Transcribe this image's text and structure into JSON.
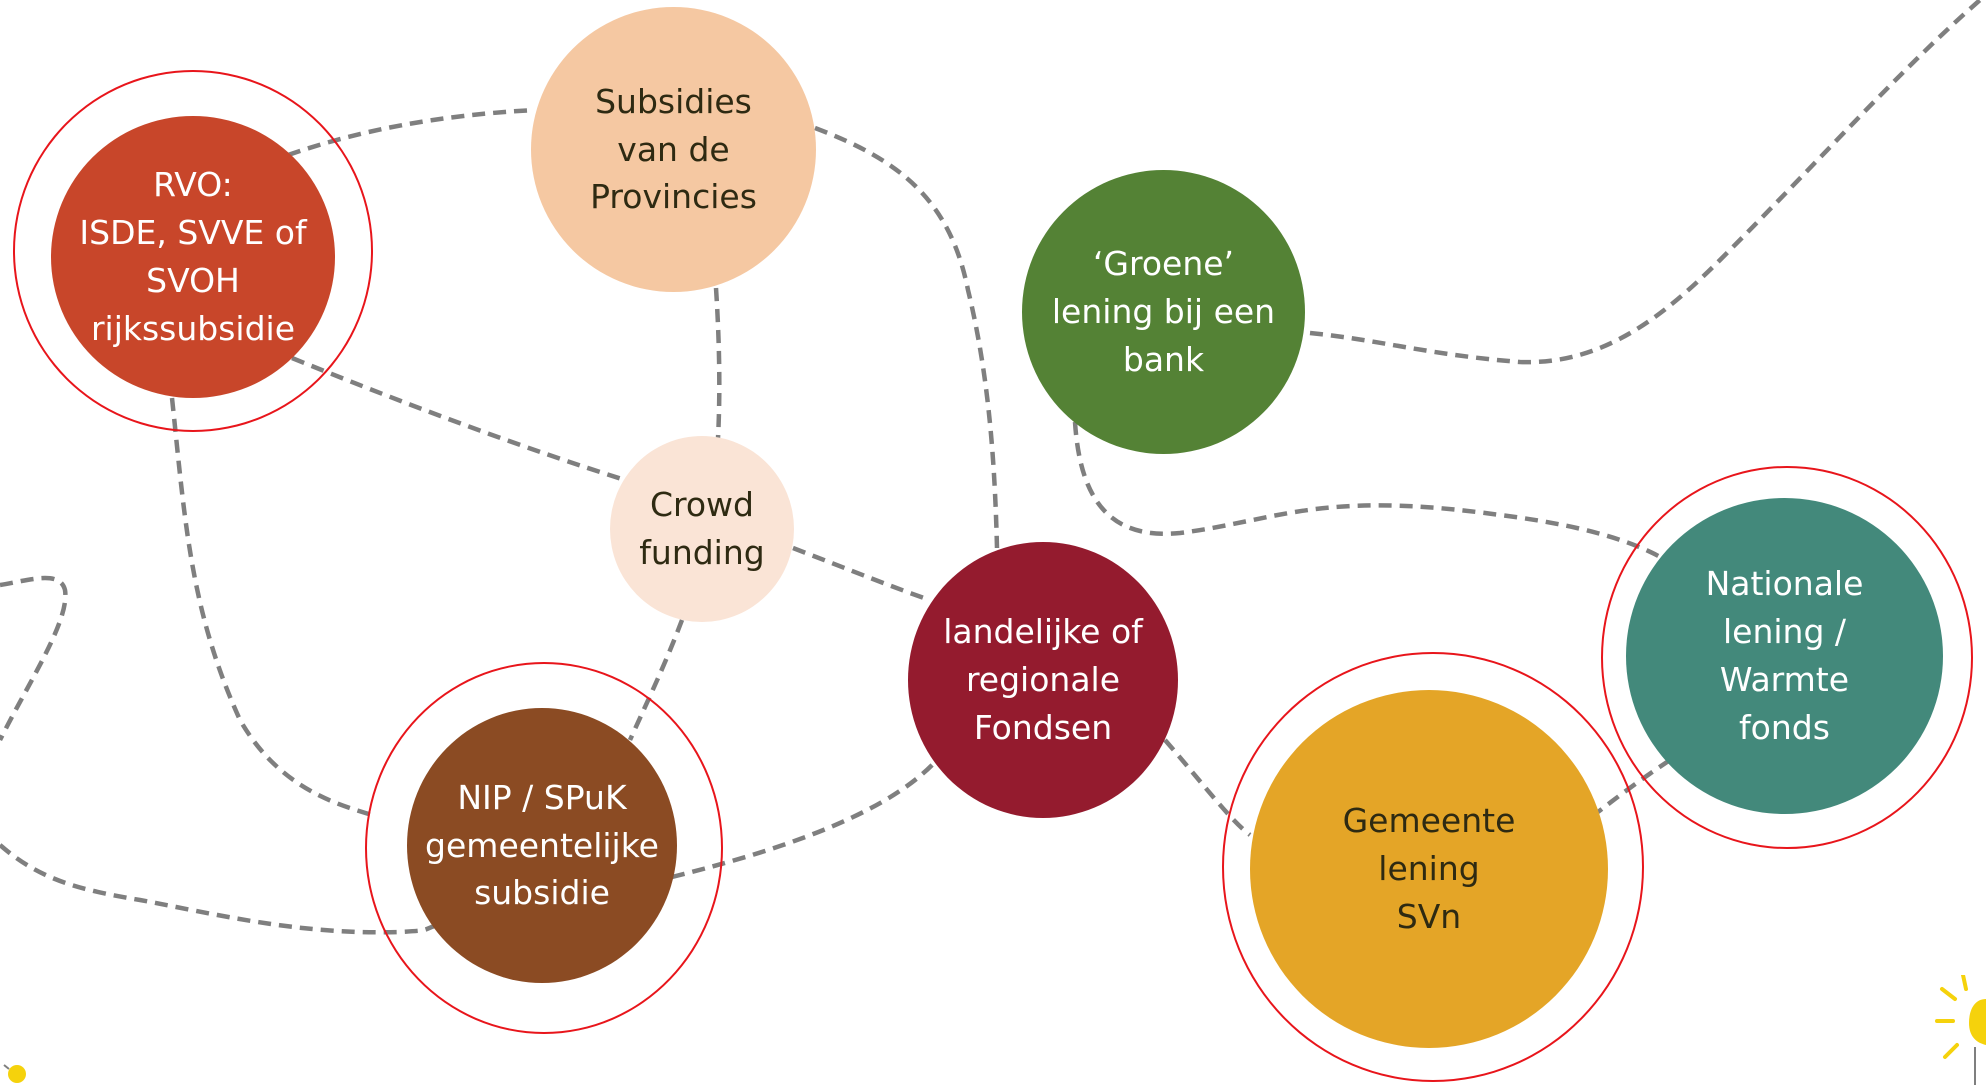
{
  "nodes": {
    "rvo": {
      "label": "RVO:\nISDE, SVVE of\nSVOH\nrijkssubsidie",
      "color": "#c8462a"
    },
    "provincies": {
      "label": "Subsidies\nvan de\nProvincies",
      "color": "#f5c8a2"
    },
    "crowd": {
      "label": "Crowd\nfunding",
      "color": "#fae4d6"
    },
    "nip": {
      "label": "NIP / SPuK\ngemeentelijke\nsubsidie",
      "color": "#8b4b23"
    },
    "fondsen": {
      "label": "landelijke of\nregionale\nFondsen",
      "color": "#941b2e"
    },
    "groene": {
      "label": "‘Groene’\nlening bij een\nbank",
      "color": "#548235"
    },
    "nationale": {
      "label": "Nationale\nlening /\nWarmte\nfonds",
      "color": "#43897b"
    },
    "gemeente": {
      "label": "Gemeente\nlening\nSVn",
      "color": "#e4a527"
    }
  },
  "colors": {
    "ring": "#e8151b",
    "path": "#808080"
  }
}
